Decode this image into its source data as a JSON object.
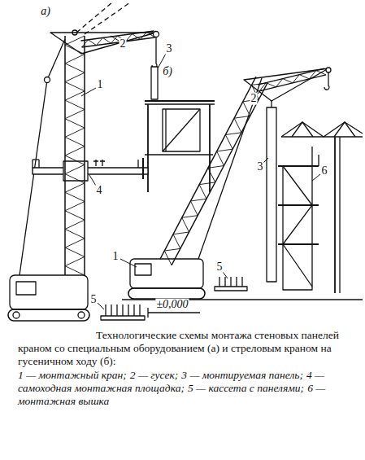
{
  "diagram": {
    "caption": "Технологические схемы монтажа стеновых панелей краном со специальным оборудованием (а) и стреловым краном на гусеничном ходу (б):",
    "labels": [
      "а)",
      "1",
      "2",
      "3",
      "4",
      "5",
      "±0,000",
      "б)",
      "1",
      "2",
      "3",
      "5",
      "6",
      "1 — монтажный кран;",
      "2 — гусек;",
      "3 — монтируемая панель;",
      "4 — самоходная монтажная площадка;",
      "5 — кассета с панелями;",
      "6 — монтажная вышка"
    ]
  }
}
